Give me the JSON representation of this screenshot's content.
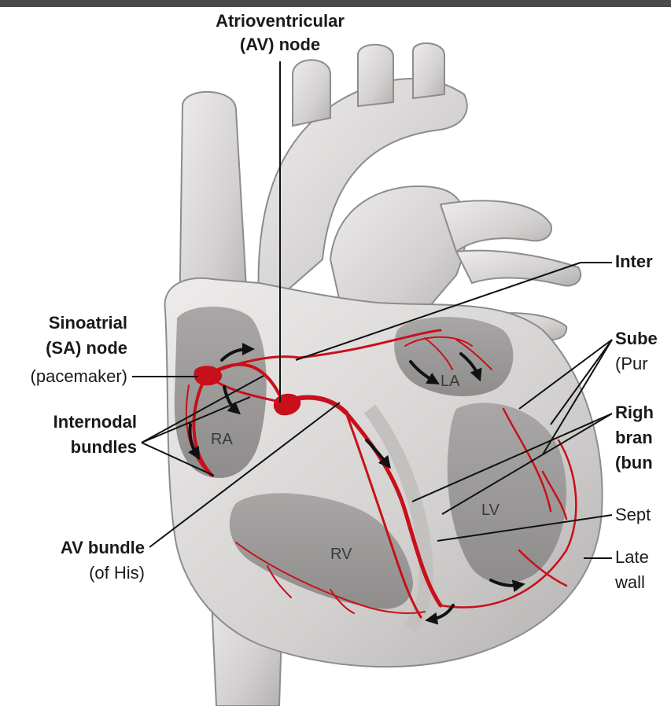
{
  "labels": {
    "av_node_line1": "Atrioventricular",
    "av_node_line2": "(AV) node",
    "sa_node_line1": "Sinoatrial",
    "sa_node_line2": "(SA) node",
    "sa_node_line3": "(pacemaker)",
    "internodal_line1": "Internodal",
    "internodal_line2": "bundles",
    "av_bundle_line1": "AV bundle",
    "av_bundle_line2": "(of His)",
    "inter_partial": "Inter",
    "sube_partial": "Sube",
    "pur_partial": "(Pur",
    "righ_partial": "Righ",
    "bran_partial": "bran",
    "bun_partial": "(bun",
    "sept_partial": "Sept",
    "late_partial": "Late",
    "wall_partial": "wall"
  },
  "chambers": {
    "ra": "RA",
    "la": "LA",
    "rv": "RV",
    "lv": "LV"
  },
  "colors": {
    "conduction": "#c8101a",
    "heart_tissue": "#d9d7d6",
    "heart_shadow": "#9e9c9c",
    "leader_line": "#111111",
    "top_bar": "#4a4a4a"
  }
}
